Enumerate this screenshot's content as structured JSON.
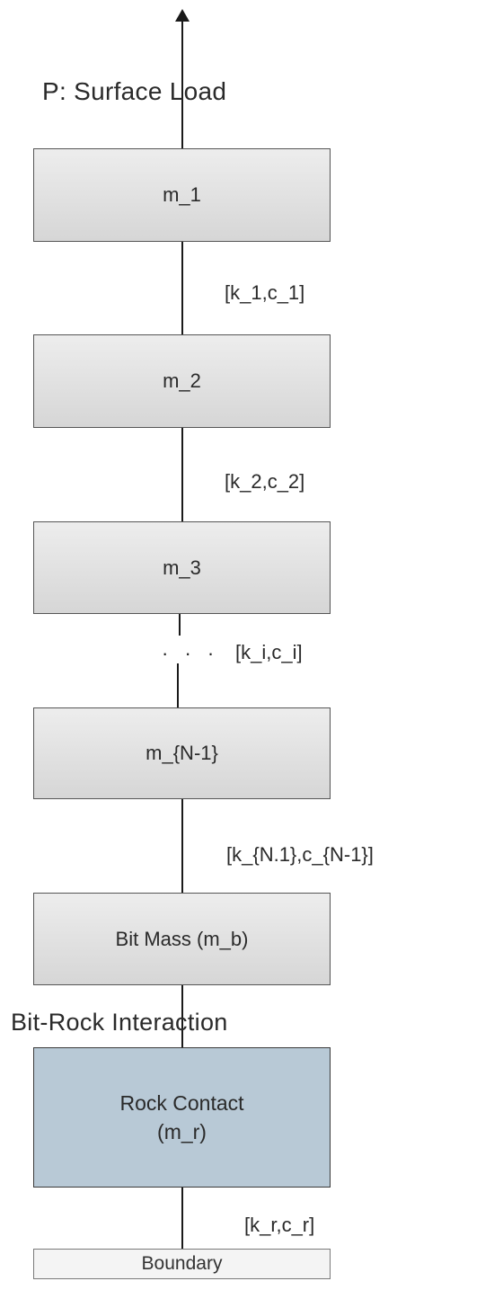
{
  "diagram": {
    "top_label": "P: Surface Load",
    "masses": [
      {
        "label": "m_1"
      },
      {
        "label": "m_2"
      },
      {
        "label": "m_3"
      },
      {
        "label": "m_{N-1}"
      },
      {
        "label": "Bit Mass (m_b)"
      }
    ],
    "springs": [
      {
        "label": "[k_1,c_1]"
      },
      {
        "label": "[k_2,c_2]"
      },
      {
        "label": "[k_i,c_i]"
      },
      {
        "label": "[k_{N.1},c_{N-1}]"
      },
      {
        "label": "[k_r,c_r]"
      }
    ],
    "ellipsis": "· · ·",
    "interaction_label": "Bit-Rock Interaction",
    "rock_contact": {
      "line1": "Rock Contact",
      "line2": "(m_r)"
    },
    "boundary_label": "Boundary",
    "colors": {
      "mass_fill_top": "#ededed",
      "mass_fill_bottom": "#d6d6d6",
      "rock_fill": "#b8c9d6",
      "boundary_fill": "#f4f4f4",
      "line": "#1a1a1a"
    },
    "icons": {
      "top_arrow": "arrow-up-icon"
    }
  }
}
